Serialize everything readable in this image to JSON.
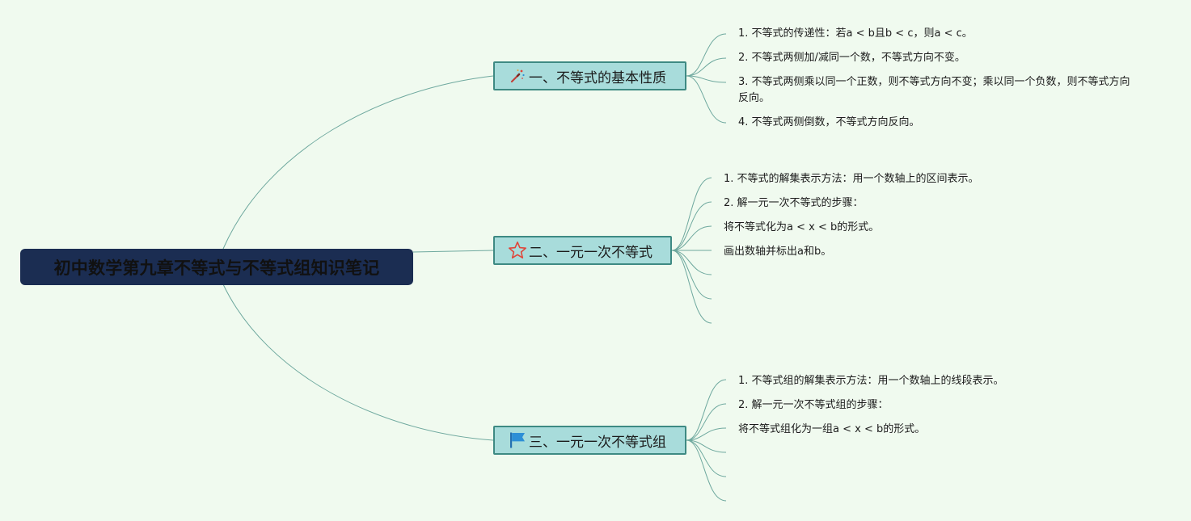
{
  "mindmap": {
    "root": {
      "label": "初中数学第九章不等式与不等式组知识笔记"
    },
    "branches": [
      {
        "label": "一、不等式的基本性质",
        "icon": "magic-wand-icon",
        "items": [
          "1. 不等式的传递性：若a < b且b < c，则a < c。",
          "2. 不等式两侧加/减同一个数，不等式方向不变。",
          "3. 不等式两侧乘以同一个正数，则不等式方向不变；乘以同一个负数，则不等式方向反向。",
          "4. 不等式两侧倒数，不等式方向反向。"
        ]
      },
      {
        "label": "二、一元一次不等式",
        "icon": "star-icon",
        "items": [
          "1. 不等式的解集表示方法：用一个数轴上的区间表示。",
          "2. 解一元一次不等式的步骤：",
          "将不等式化为a < x < b的形式。",
          "画出数轴并标出a和b。",
          "",
          "",
          ""
        ]
      },
      {
        "label": "三、一元一次不等式组",
        "icon": "flag-icon",
        "items": [
          "1. 不等式组的解集表示方法：用一个数轴上的线段表示。",
          "2. 解一元一次不等式组的步骤：",
          "将不等式组化为一组a < x < b的形式。",
          "",
          ""
        ]
      }
    ],
    "colors": {
      "background": "#f0faef",
      "root_fill": "#1b2d52",
      "branch_fill": "#a8dcdb",
      "branch_border": "#3e8a83",
      "connector": "#6ea89e",
      "star_icon": "#e0453a",
      "flag_icon": "#2d8fd6",
      "wand_icon": "#c2413a"
    }
  }
}
